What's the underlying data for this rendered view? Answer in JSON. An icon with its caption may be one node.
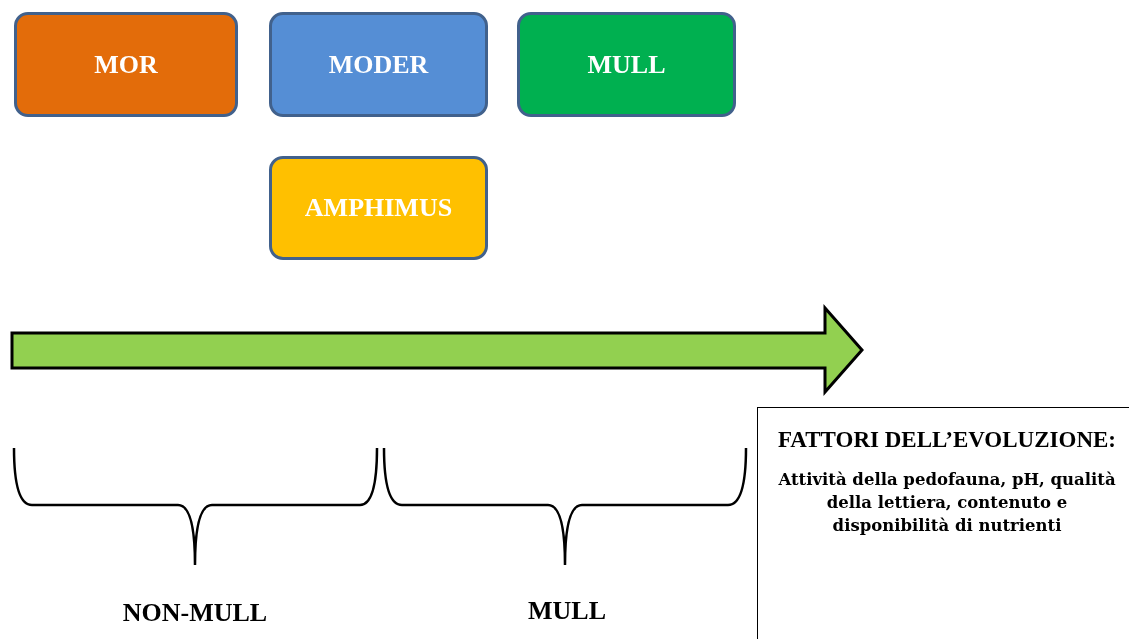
{
  "diagram": {
    "nodes": [
      {
        "text": [
          "MOR"
        ]
      },
      {
        "text": [
          "MODER"
        ]
      },
      {
        "text": [
          "MULL"
        ]
      },
      {
        "text": [
          "AMPHIMUS"
        ]
      },
      {
        "text": [
          "FATTORI DELL’EVOLUZIONE:",
          "Attività della pedofauna, pH, qualità della lettiera, contenuto e disponibilità di nutrienti"
        ]
      }
    ],
    "labels": [
      "NON-MULL",
      "MULL"
    ]
  }
}
